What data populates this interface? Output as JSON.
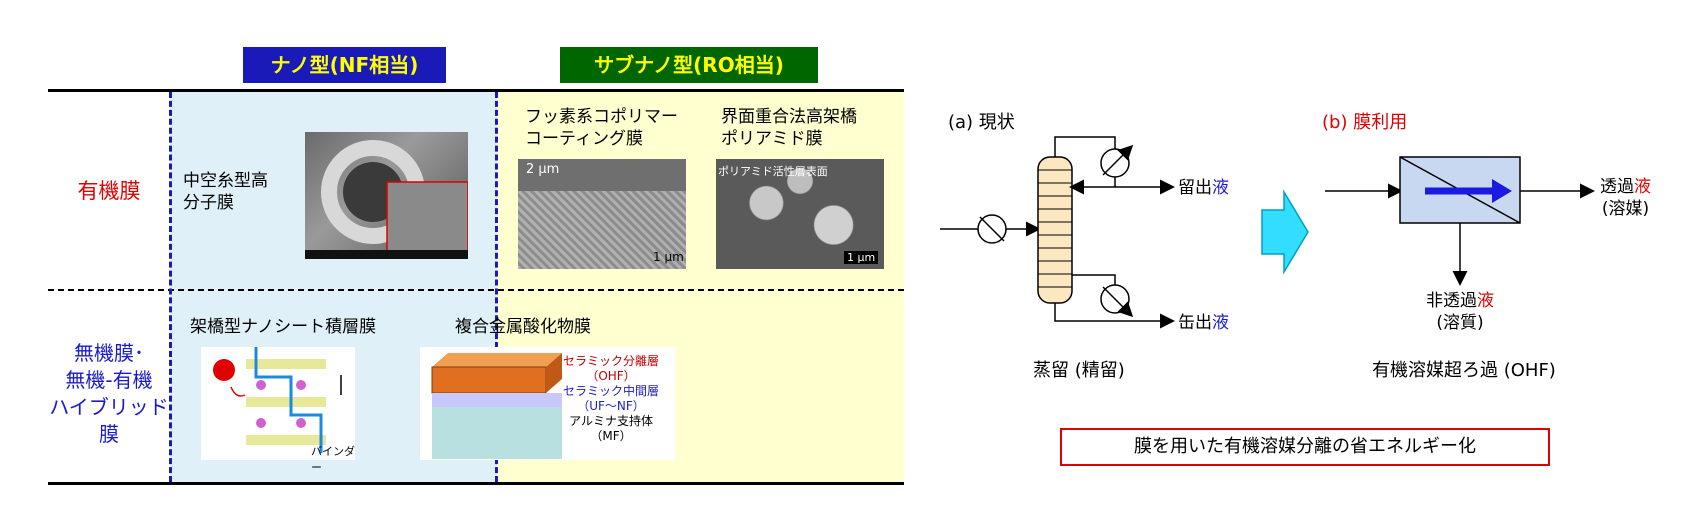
{
  "header": {
    "nano": {
      "main": "ナノ型",
      "sub": "(NF相当)",
      "bg": "#1a1ab8"
    },
    "subnano": {
      "main": "サブナノ型",
      "sub": "(RO相当)",
      "bg": "#006600"
    }
  },
  "rows": {
    "organic": {
      "label": "有機膜",
      "color": "#e00000"
    },
    "inorganic": {
      "label_lines": [
        "無機膜･",
        "無機-有機",
        "ハイブリッド",
        "膜"
      ],
      "color": "#1a1acc"
    }
  },
  "cells": {
    "hollow_fiber": [
      "中空糸型高",
      "分子膜"
    ],
    "fluoro": [
      "フッ素系コポリマー",
      "コーティング膜"
    ],
    "interfacial": [
      "界面重合法高架橋",
      "ポリアミド膜"
    ],
    "crosslinked": "架橋型ナノシート積層膜",
    "oxide": "複合金属酸化物膜"
  },
  "micrographs": {
    "fluoro_scale_top": "2 μm",
    "fluoro_scale_bottom": "1 μm",
    "polyamide_caption": "ポリアミド活性層表面",
    "polyamide_scale": "1 μm"
  },
  "nanosheet": {
    "binder": "バインダー"
  },
  "oxide_layers": [
    {
      "name": "セラミック分離層",
      "sub": "（OHF）",
      "color": "#c00000"
    },
    {
      "name": "セラミック中間層",
      "sub": "（UF～NF）",
      "color": "#2020c0"
    },
    {
      "name": "アルミナ支持体",
      "sub": "（MF）",
      "color": "#000000"
    }
  ],
  "process": {
    "a_label": "(a) 現状",
    "distillate_main": "留出",
    "distillate_liquid": "液",
    "bottoms_main": "缶出",
    "bottoms_liquid": "液",
    "a_caption": "蒸留 (精留)",
    "b_label": "(b) 膜利用",
    "permeate_main": "透過",
    "permeate_liquid": "液",
    "permeate_sub": "(溶媒)",
    "retentate_main": "非透過",
    "retentate_liquid": "液",
    "retentate_sub": "(溶質)",
    "b_caption": "有機溶媒超ろ過 (OHF)"
  },
  "summary": "膜を用いた有機溶媒分離の省エネルギー化",
  "colors": {
    "nano_bg": "#dff0f8",
    "subnano_bg": "#ffffd0",
    "accent_red": "#e00000",
    "accent_blue": "#1a1acc"
  }
}
